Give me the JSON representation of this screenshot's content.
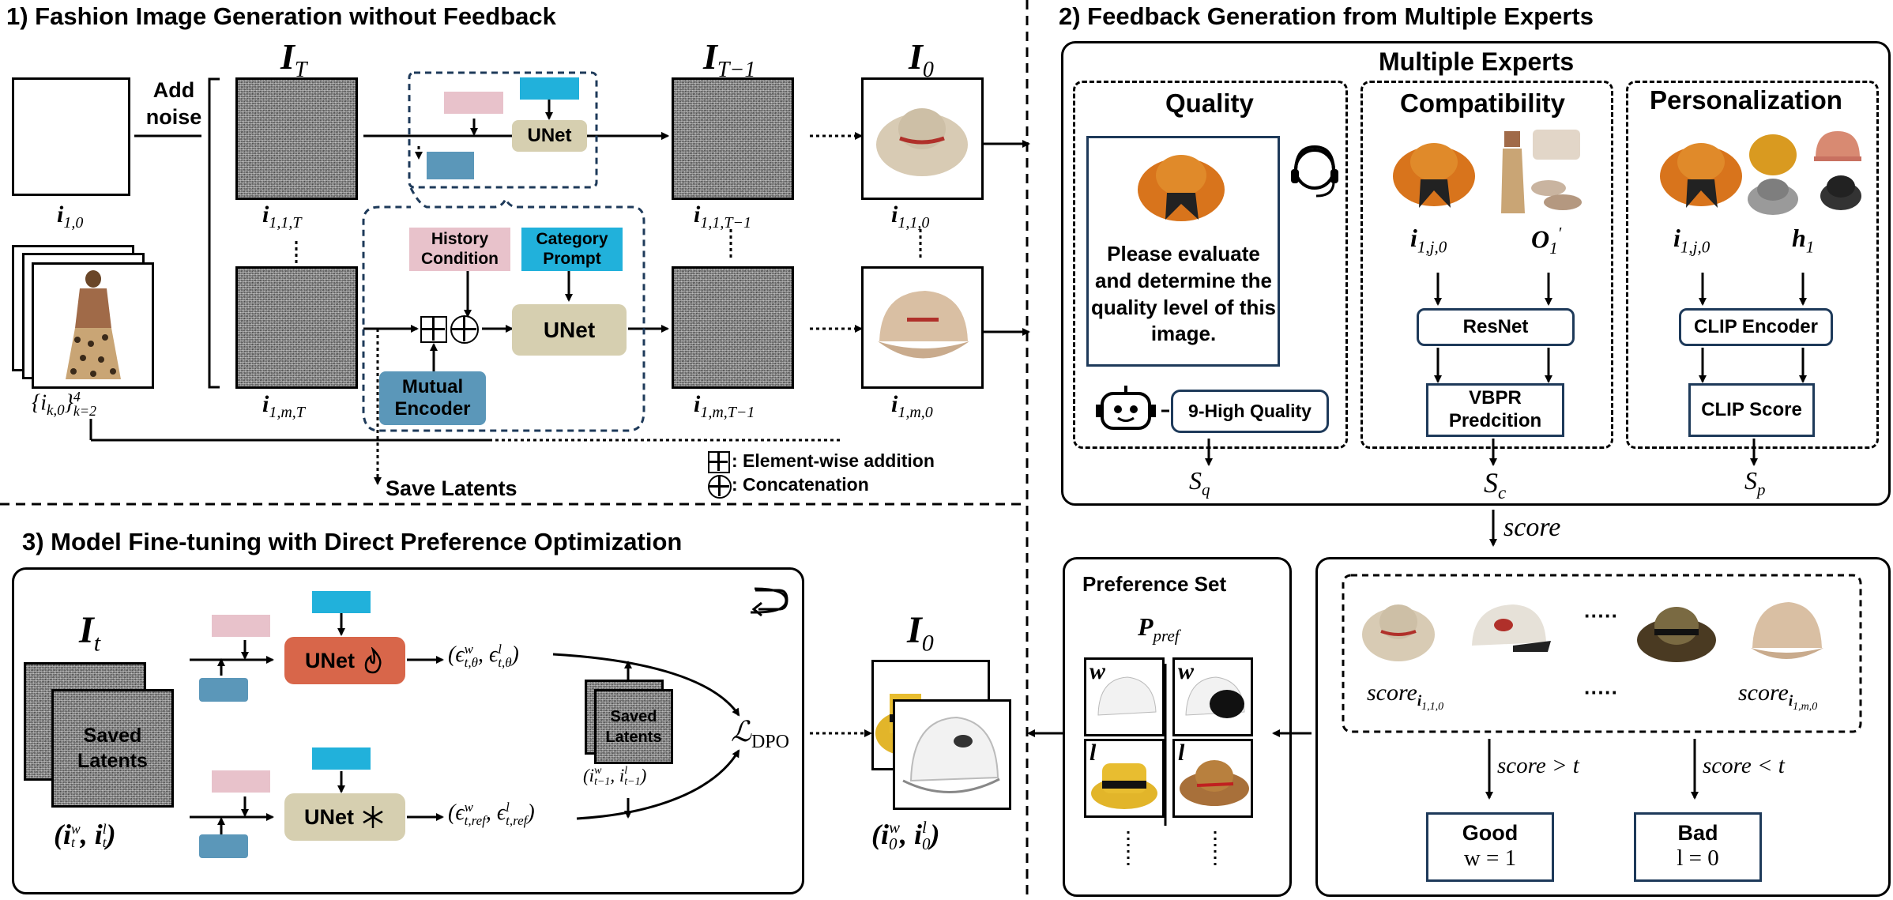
{
  "sections": {
    "s1": "1) Fashion Image Generation without Feedback",
    "s2": "2) Feedback Generation from Multiple Experts",
    "s3": "3) Model Fine-tuning with Direct Preference Optimization"
  },
  "part1": {
    "add_noise": "Add noise",
    "i10": "i",
    "i10_sub": "1,0",
    "ik_set": "{i",
    "ik_sub": "k,0",
    "ik_rest": "}",
    "ik_sup": "4",
    "ik_low": "k=2",
    "IT": "I",
    "IT_sub": "T",
    "ITm1": "I",
    "ITm1_sub": "T−1",
    "I0": "I",
    "I0_sub": "0",
    "i11T": "i",
    "i11T_sub": "1,1,T",
    "i1mT": "i",
    "i1mT_sub": "1,m,T",
    "i11Tm1": "i",
    "i11Tm1_sub": "1,1,T−1",
    "i1mTm1": "i",
    "i1mTm1_sub": "1,m,T−1",
    "i110": "i",
    "i110_sub": "1,1,0",
    "i1m0": "i",
    "i1m0_sub": "1,m,0",
    "unet": "UNet",
    "history_condition": "History Condition",
    "category_prompt": "Category Prompt",
    "mutual_encoder": "Mutual Encoder",
    "save_latents": "Save Latents",
    "legend_add": ": Element-wise addition",
    "legend_concat": ": Concatenation"
  },
  "part2": {
    "multiple_experts": "Multiple Experts",
    "quality": "Quality",
    "compatibility": "Compatibility",
    "personalization": "Personalization",
    "prompt_text": "Please evaluate and determine the quality level of this image.",
    "quality_answer": "9-High Quality",
    "i1j0": "i",
    "i1j0_sub": "1,j,0",
    "o1": "O",
    "o1_sub": "1",
    "o1_sup": "′",
    "h1": "h",
    "h1_sub": "1",
    "resnet": "ResNet",
    "vbpr": "VBPR Predcition",
    "clip_encoder": "CLIP Encoder",
    "clip_score": "CLIP Score",
    "sq": "S",
    "sq_sub": "q",
    "sc": "S",
    "sc_sub": "c",
    "sp": "S",
    "sp_sub": "p",
    "score": "score",
    "score_first": "score",
    "score_first_sub": "i",
    "score_first_sub2": "1,1,0",
    "score_last": "score",
    "score_last_sub": "i",
    "score_last_sub2": "1,m,0",
    "dots": "·····",
    "score_gt": "score > t",
    "score_lt": "score < t",
    "good": "Good",
    "good_val": "w = 1",
    "bad": "Bad",
    "bad_val": "l = 0",
    "preference_set": "Preference Set",
    "ppref": "P",
    "ppref_sub": "pref",
    "w": "w",
    "l": "l"
  },
  "part3": {
    "It": "I",
    "It_sub": "t",
    "saved_latents": "Saved Latents",
    "itwl": "(i",
    "itwl_w": "w",
    "itwl_t": "t",
    "itwl_mid": ", i",
    "itwl_l": "l",
    "itwl_end": ")",
    "unet": "UNet",
    "eps_theta": "(ϵ^w_{t,θ}, ϵ^l_{t,θ})",
    "eps_theta_a": "(ϵ",
    "eps_theta_w": "w",
    "eps_theta_s1": "t,θ",
    "eps_theta_b": ", ϵ",
    "eps_theta_l": "l",
    "eps_theta_s2": "t,θ",
    "eps_theta_c": ")",
    "eps_ref_a": "(ϵ",
    "eps_ref_w": "w",
    "eps_ref_s1": "t,ref",
    "eps_ref_b": ", ϵ",
    "eps_ref_l": "l",
    "eps_ref_s2": "t,ref",
    "eps_ref_c": ")",
    "saved_latents_small": "Saved Latents",
    "prev_latents_a": "(i",
    "prev_latents_w": "w",
    "prev_latents_s": "t−1",
    "prev_latents_b": ", i",
    "prev_latents_l": "l",
    "prev_latents_s2": "t−1",
    "prev_latents_c": ")",
    "ldpo": "ℒ",
    "ldpo_sub": "DPO",
    "I0": "I",
    "I0_sub": "0",
    "i0wl_a": "(i",
    "i0wl_w": "w",
    "i0wl_s": "0",
    "i0wl_b": ", i",
    "i0wl_l": "l",
    "i0wl_s2": "0",
    "i0wl_c": ")"
  },
  "colors": {
    "history": "#e8c2cb",
    "category": "#21b1db",
    "encoder": "#5b97b9",
    "unet": "#d6cfb0",
    "unet_train": "#d8664a",
    "box_border": "#1e3a5a"
  },
  "icons": [
    "headset-icon",
    "robot-icon",
    "fire-icon",
    "snowflake-icon",
    "loop-icon",
    "plus-square-icon",
    "circle-plus-icon"
  ]
}
